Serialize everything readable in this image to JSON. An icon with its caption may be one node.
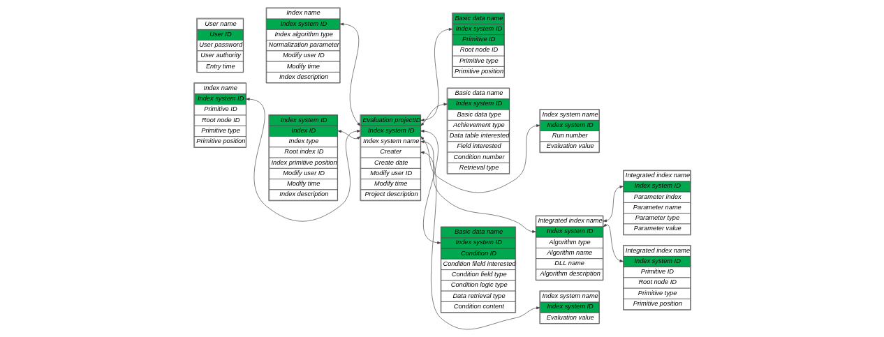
{
  "diagram": {
    "nodes": [
      {
        "text": [
          "User name",
          "User ID",
          "User password",
          "User authority",
          "Entry time"
        ]
      },
      {
        "text": [
          "Index name",
          "Index system ID",
          "Index algorithm type",
          "Normalization parameter",
          "Modify user ID",
          "Modify time",
          "Index description"
        ]
      },
      {
        "text": [
          "Index name",
          "Index system ID",
          "Primitive ID",
          "Root node ID",
          "Primitive type",
          "Primitive position"
        ]
      },
      {
        "text": [
          "Index system ID",
          "Index ID",
          "Index type",
          "Root index ID",
          "Index primitive position",
          "Modify user ID",
          "Modify time",
          "Index description"
        ]
      },
      {
        "text": [
          "Basic data name",
          "Index system ID",
          "Primitive ID",
          "Root node ID",
          "Primitive type",
          "Primitive position"
        ]
      },
      {
        "text": [
          "Evaluation projectID",
          "Index system ID",
          "Index system name",
          "Creater",
          "Create date",
          "Modify user ID",
          "Modify time",
          "Project description"
        ]
      },
      {
        "text": [
          "Basic data name",
          "Index system ID",
          "Basic data type",
          "Achievement type",
          "Data table interested",
          "Field interested",
          "Condition number",
          "Retrieval type"
        ]
      },
      {
        "text": [
          "Basic data name",
          "Index system ID",
          "Condition ID",
          "Condition fileld interested",
          "Condition field type",
          "Condition logic type",
          "Data retrieval type",
          "Condition content"
        ]
      },
      {
        "text": [
          "Index system name",
          "Index system ID",
          "Run number",
          "Evaluation value"
        ]
      },
      {
        "text": [
          "Integrated index name",
          "Index system ID",
          "Algorithm type",
          "Algorithm name",
          "DLL name",
          "Algorithm description"
        ]
      },
      {
        "text": [
          "Index system name",
          "Index system ID",
          "Evaluation value"
        ]
      },
      {
        "text": [
          "Integrated index name",
          "Index system ID",
          "Parameter index",
          "Parameter name",
          "Parameter type",
          "Parameter value"
        ]
      },
      {
        "text": [
          "Integrated index name",
          "Index system ID",
          "Primitive ID",
          "Root node ID",
          "Primitive type",
          "Primitive position"
        ]
      }
    ],
    "edges": [
      {
        "from": 5,
        "to": 1,
        "arrow": "both"
      },
      {
        "from": 5,
        "to": 2,
        "arrow": "both"
      },
      {
        "from": 5,
        "to": 3,
        "arrow": "both"
      },
      {
        "from": 5,
        "to": 4,
        "arrow": "both"
      },
      {
        "from": 5,
        "to": 6,
        "arrow": "both"
      },
      {
        "from": 5,
        "to": 7,
        "arrow": "both"
      },
      {
        "from": 5,
        "to": 8,
        "arrow": "both"
      },
      {
        "from": 5,
        "to": 9,
        "arrow": "both"
      },
      {
        "from": 5,
        "to": 10,
        "arrow": "both"
      },
      {
        "from": 9,
        "to": 11,
        "arrow": "both"
      },
      {
        "from": 9,
        "to": 12,
        "arrow": "both"
      }
    ]
  }
}
